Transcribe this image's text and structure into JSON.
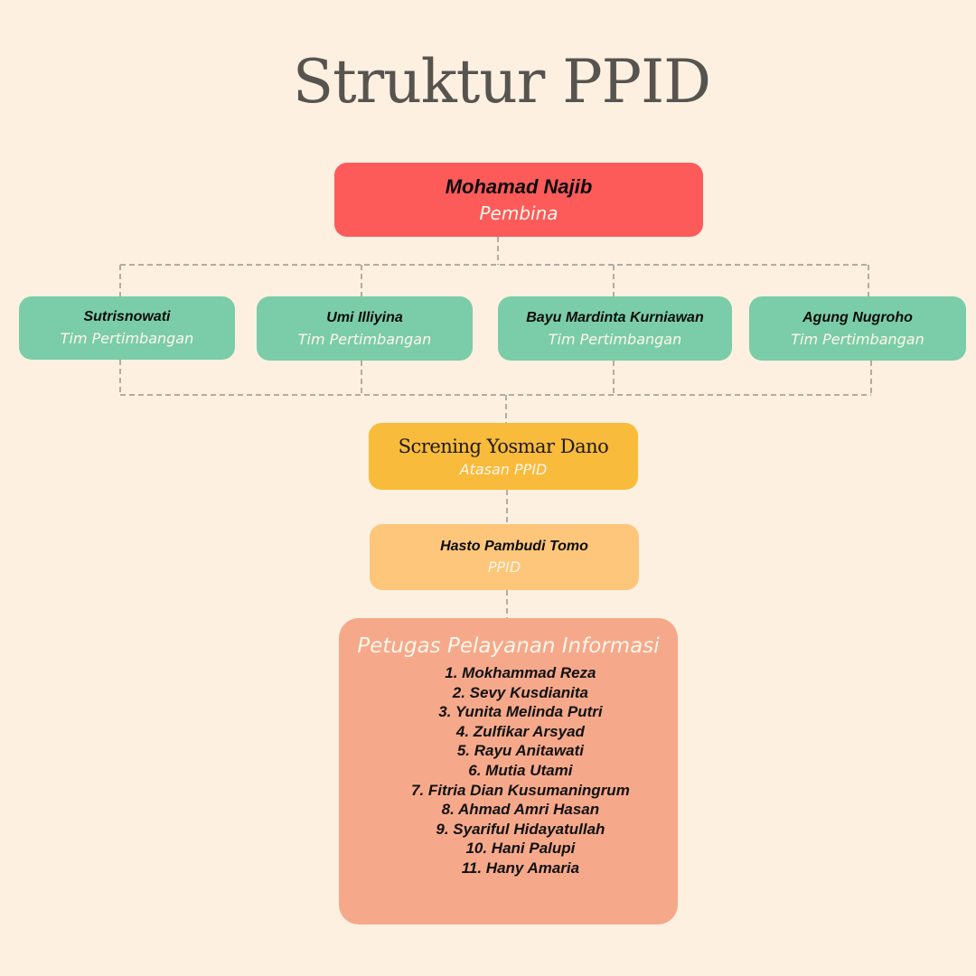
{
  "title": "Struktur PPID",
  "colors": {
    "background": "#fdf0e1",
    "pembina": "#fd5a5a",
    "tim_pertimbangan": "#7acda8",
    "atasan_ppid": "#f8bb3b",
    "ppid": "#fdc67a",
    "petugas": "#f6a98a",
    "connector": "#b3aca3"
  },
  "pembina": {
    "name": "Mohamad Najib",
    "role": "Pembina"
  },
  "tim_pertimbangan": [
    {
      "name": "Sutrisnowati",
      "role": "Tim Pertimbangan"
    },
    {
      "name": "Umi Illiyina",
      "role": "Tim Pertimbangan"
    },
    {
      "name": "Bayu Mardinta Kurniawan",
      "role": "Tim Pertimbangan"
    },
    {
      "name": "Agung Nugroho",
      "role": "Tim Pertimbangan"
    }
  ],
  "atasan_ppid": {
    "name": "Screning Yosmar Dano",
    "role": "Atasan PPID"
  },
  "ppid": {
    "name": "Hasto Pambudi Tomo",
    "role": "PPID"
  },
  "petugas": {
    "heading": "Petugas Pelayanan Informasi",
    "members": [
      "1. Mokhammad Reza",
      "2. Sevy Kusdianita",
      "3. Yunita Melinda Putri",
      "4. Zulfikar Arsyad",
      "5. Rayu Anitawati",
      "6. Mutia Utami",
      "7. Fitria Dian Kusumaningrum",
      "8. Ahmad Amri Hasan",
      "9. Syariful Hidayatullah",
      "10. Hani Palupi",
      "11. Hany Amaria"
    ]
  }
}
